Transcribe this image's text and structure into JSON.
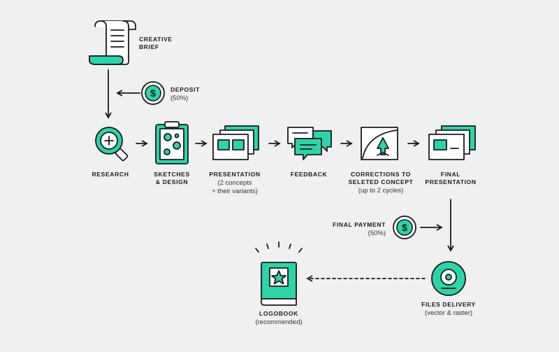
{
  "colors": {
    "accent": "#2dd4a8",
    "ink": "#1a1a1a",
    "background": "#f0f0f0"
  },
  "steps": {
    "brief": {
      "title1": "CREATIVE",
      "title2": "BRIEF",
      "icon": "scroll-icon"
    },
    "deposit": {
      "title": "DEPOSIT",
      "sub": "(50%)",
      "icon": "dollar-coin-icon"
    },
    "research": {
      "title": "RESEARCH",
      "icon": "magnifier-plus-icon"
    },
    "sketches": {
      "title1": "SKETCHES",
      "title2": "& DESIGN",
      "icon": "clipboard-icon"
    },
    "presentation": {
      "title": "PRESENTATION",
      "sub1": "(2 concepts",
      "sub2": "+ their variants)",
      "icon": "stacked-cards-icon"
    },
    "feedback": {
      "title": "FEEDBACK",
      "icon": "chat-bubbles-icon"
    },
    "corrections": {
      "title1": "CORRECTIONS TO",
      "title2": "SELETED CONCEPT",
      "sub": "(up to 2 cycles)",
      "icon": "cursor-curve-icon"
    },
    "final_presentation": {
      "title1": "FINAL",
      "title2": "PRESENTATION",
      "icon": "stacked-screens-icon"
    },
    "final_payment": {
      "title": "FINAL PAYMENT",
      "sub": "(50%)",
      "icon": "dollar-coin-icon"
    },
    "files_delivery": {
      "title": "FILES DELIVERY",
      "sub": "(vector & raster)",
      "icon": "disc-icon"
    },
    "logobook": {
      "title": "LOGOBOOK",
      "sub": "(recommended)",
      "icon": "book-star-icon"
    }
  }
}
